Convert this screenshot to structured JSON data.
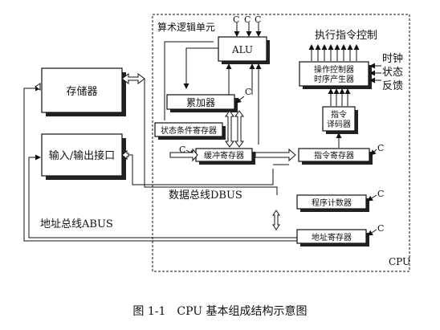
{
  "caption": "图 1-1　CPU 基本组成结构示意图",
  "cpu_label": "CPU",
  "alu_group_label": "算术逻辑单元",
  "control_group_label": "执行指令控制",
  "boxes": {
    "memory": "存储器",
    "io": "输入/输出接口",
    "alu": "ALU",
    "accumulator": "累加器",
    "status_register": "状态条件寄存器",
    "buffer_register": "缓冲寄存器",
    "instruction_register": "指令寄存器",
    "decoder_line1": "指令",
    "decoder_line2": "译码器",
    "controller_line1": "操作控制器",
    "controller_line2": "时序产生器",
    "program_counter": "程序计数器",
    "address_register": "地址寄存器"
  },
  "inputs": {
    "clock": "时钟",
    "status": "状态",
    "feedback": "反馈"
  },
  "buses": {
    "data_bus": "数据总线DBUS",
    "address_bus": "地址总线ABUS"
  },
  "control_signal": "C",
  "alu_control_signals": [
    "C",
    "C",
    "C"
  ]
}
